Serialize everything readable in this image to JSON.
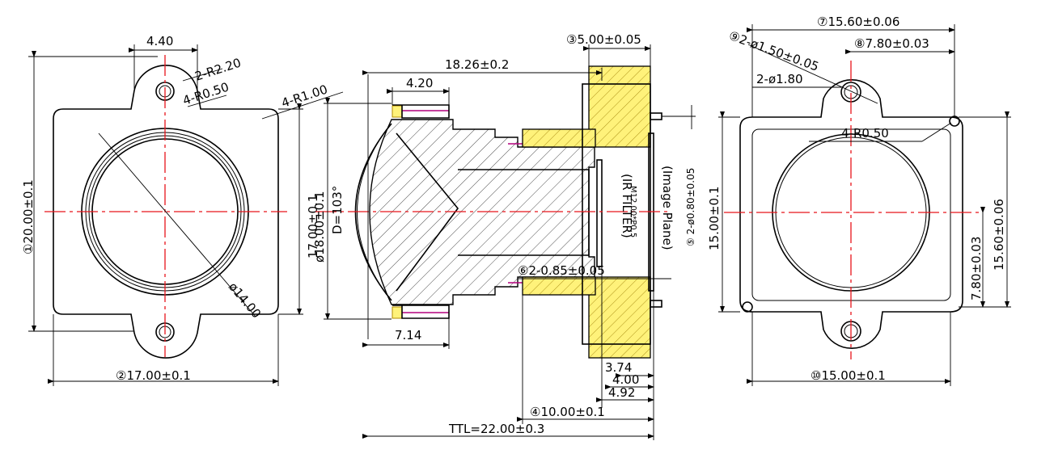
{
  "left_view": {
    "dim_width_top": "4.40",
    "dim_radius_mount": "2-R2.20",
    "dim_radius_hole": "4-R0.50",
    "dim_corner_radius": "4-R1.00",
    "dim_height_total": "①20.00±0.1",
    "dim_height_body": "17.00±0.1",
    "dim_width_body": "②17.00±0.1",
    "dim_diameter": "ø14.00"
  },
  "middle_view": {
    "dim_length_total": "18.26±0.2",
    "dim_front_width": "4.20",
    "dim_flange": "③5.00±0.05",
    "dim_lens_dia": "ø18.00±0.1",
    "dim_fov": "D=103°",
    "dim_front_len": "7.14",
    "dim_ir_filter": "(IR FILTER)",
    "dim_thread": "M12.00*P0.5",
    "dim_image_plane": "(Image Plane)",
    "dim_pin": "⑤ 2-ø0.80±0.05",
    "dim_slot": "⑥2-0.85±0.05",
    "dim_374": "3.74",
    "dim_400": "4.00",
    "dim_492": "4.92",
    "dim_1000": "④10.00±0.1",
    "dim_ttl": "TTL=22.00±0.3"
  },
  "right_view": {
    "dim_width_top": "⑦15.60±0.06",
    "dim_half_width": "⑧7.80±0.03",
    "dim_hole_small": "⑨2-ø1.50±0.05",
    "dim_hole_large": "2-ø1.80",
    "dim_corner": "4-R0.50",
    "dim_height_body": "15.00±0.1",
    "dim_half_height": "7.80±0.03",
    "dim_height_total": "15.60±0.06",
    "dim_width_bottom": "⑩15.00±0.1"
  }
}
